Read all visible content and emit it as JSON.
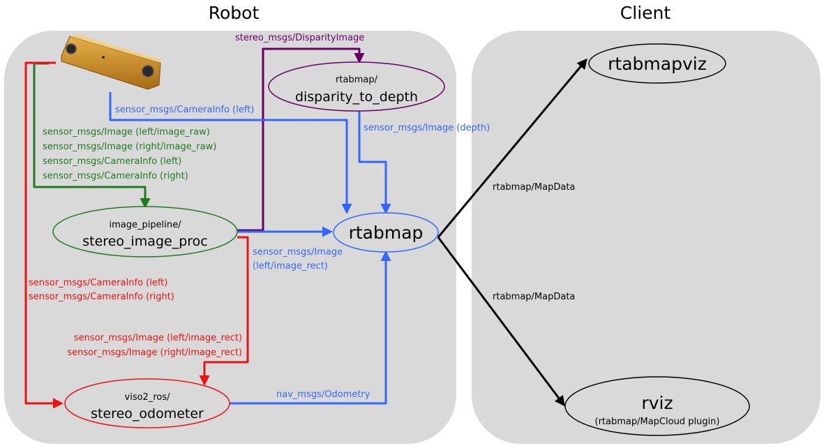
{
  "titles": {
    "robot": "Robot",
    "client": "Client"
  },
  "nodes": {
    "disparity": {
      "prefix": "rtabmap/",
      "name": "disparity_to_depth"
    },
    "image_pipeline": {
      "prefix": "image_pipeline/",
      "name": "stereo_image_proc"
    },
    "rtabmap": {
      "name": "rtabmap"
    },
    "viso2": {
      "prefix": "viso2_ros/",
      "name": "stereo_odometer"
    },
    "rtabmapviz": {
      "name": "rtabmapviz"
    },
    "rviz": {
      "name": "rviz",
      "sub": "(rtabmap/MapCloud plugin)"
    }
  },
  "edges": {
    "disparity_image": "stereo_msgs/DisparityImage",
    "camera_info_left": "sensor_msgs/CameraInfo (left)",
    "depth_image": "sensor_msgs/Image (depth)",
    "raw_lines": [
      "sensor_msgs/Image (left/image_raw)",
      "sensor_msgs/Image (right/image_raw)",
      "sensor_msgs/CameraInfo (left)",
      "sensor_msgs/CameraInfo (right)"
    ],
    "rect_left_lines": [
      "sensor_msgs/Image",
      "(left/image_rect)"
    ],
    "caminfo_red_lines": [
      "sensor_msgs/CameraInfo (left)",
      "sensor_msgs/CameraInfo (right)"
    ],
    "rect_red_lines": [
      "sensor_msgs/Image (left/image_rect)",
      "sensor_msgs/Image (right/image_rect)"
    ],
    "odometry": "nav_msgs/Odometry",
    "mapdata_viz": "rtabmap/MapData",
    "mapdata_rviz": "rtabmap/MapData"
  },
  "colors": {
    "blue": "#3366ff",
    "green": "#1f7a1f",
    "red": "#ee1111",
    "purple": "#660066",
    "black": "#000000",
    "panel": "#d9d9d9"
  },
  "icons": {
    "camera": "stereo-camera-icon"
  }
}
